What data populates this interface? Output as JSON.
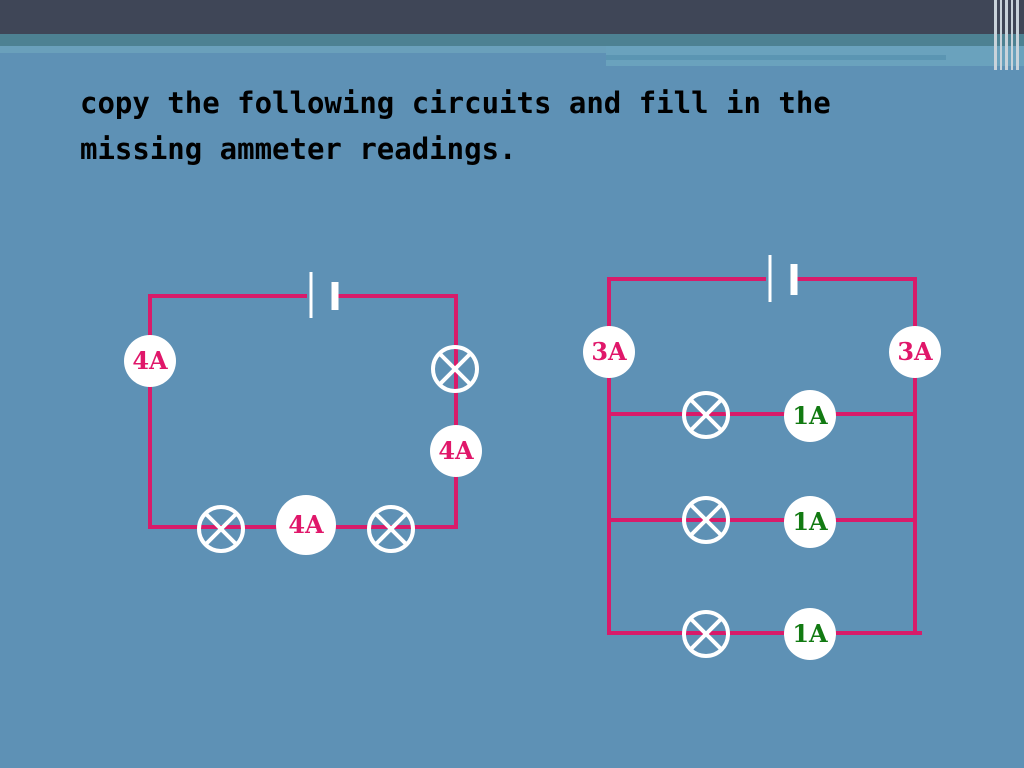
{
  "instruction": "copy the following circuits and fill in the missing ammeter readings.",
  "colors": {
    "wire": "#d81b6a",
    "background": "#5e91b5",
    "series_reading": "#e0176a",
    "parallel_total_reading": "#e0176a",
    "branch_reading": "#127a12"
  },
  "series_circuit": {
    "ammeter_left": "4A",
    "ammeter_right": "4A",
    "ammeter_bottom": "4A"
  },
  "parallel_circuit": {
    "ammeter_left": "3A",
    "ammeter_right": "3A",
    "branch_1": "1A",
    "branch_2": "1A",
    "branch_3": "1A"
  }
}
